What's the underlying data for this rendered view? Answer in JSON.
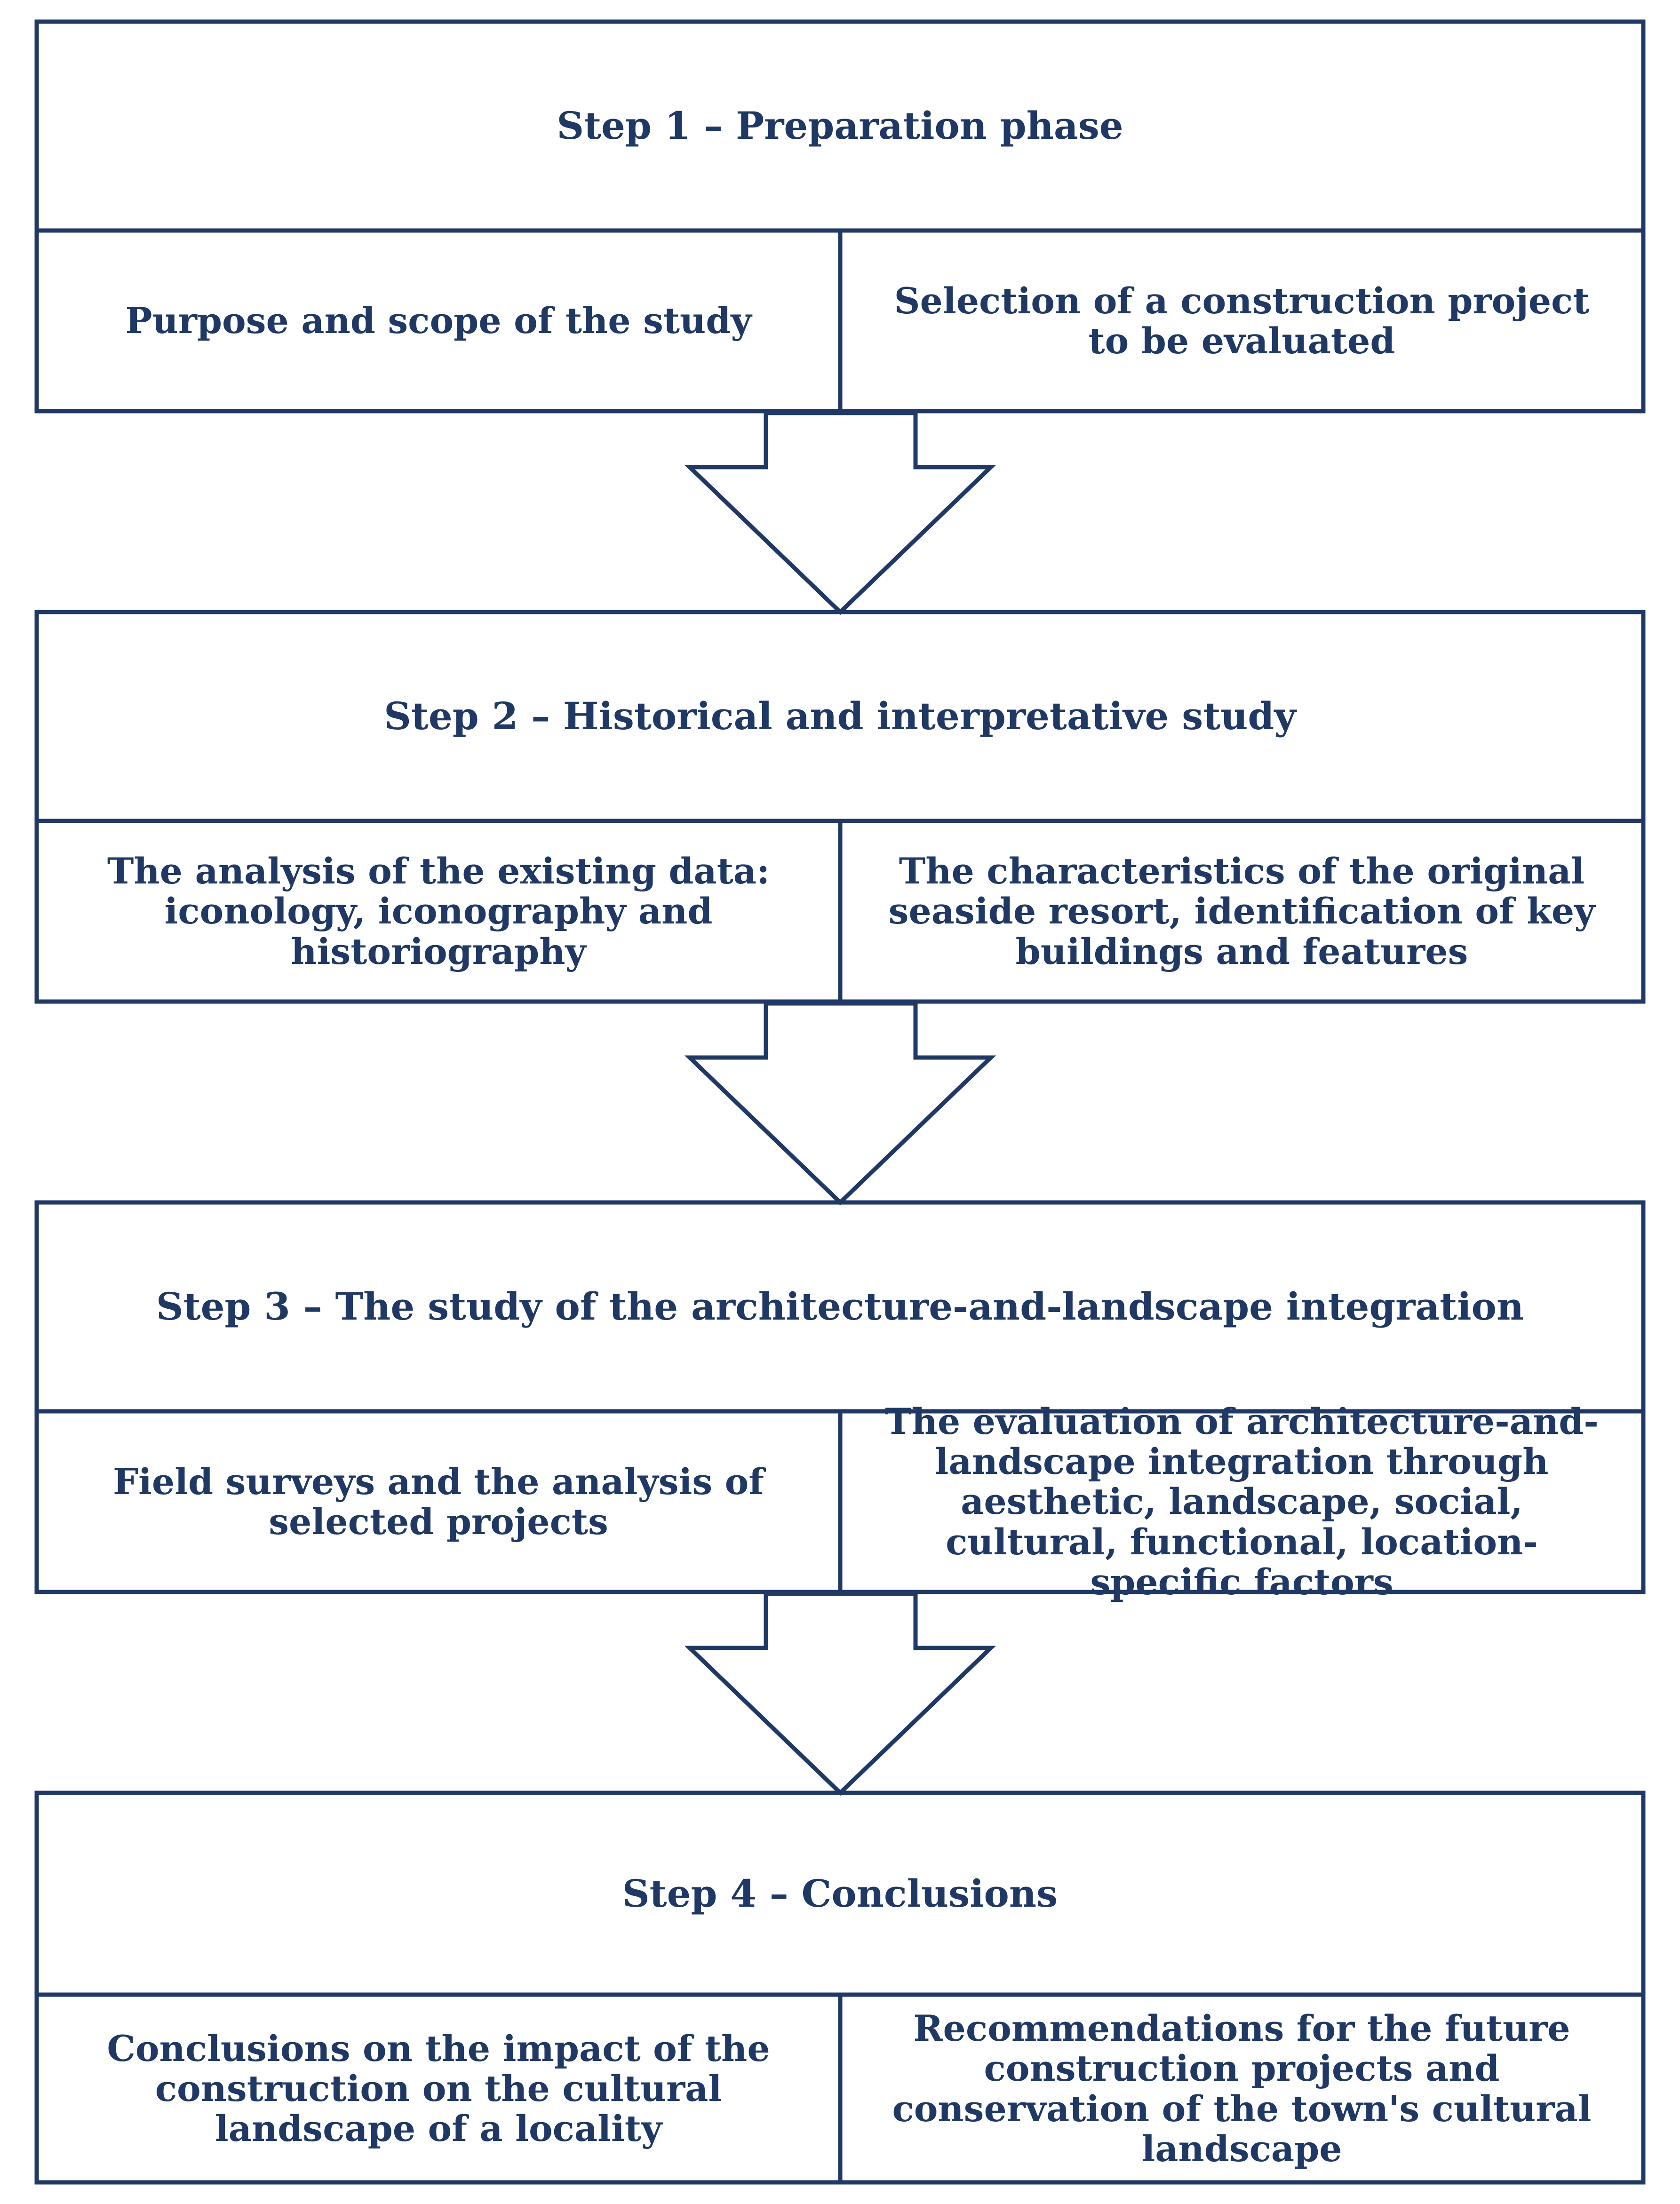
{
  "colors": {
    "line": "#1f3864",
    "text": "#1f3864",
    "background": "#ffffff"
  },
  "steps": [
    {
      "title": "Step 1 – Preparation phase",
      "left": "Purpose and scope of the study",
      "right": "Selection of a construction project to be evaluated"
    },
    {
      "title": "Step 2 – Historical and interpretative study",
      "left": "The analysis of the existing data: iconology, iconography and historiography",
      "right": "The characteristics of the original seaside resort, identification of key buildings and features"
    },
    {
      "title": "Step 3 – The study of the architecture-and-landscape integration",
      "left": "Field surveys and the analysis of selected projects",
      "right": "The evaluation of architecture-and-landscape integration through aesthetic, landscape, social, cultural, functional, location-specific factors"
    },
    {
      "title": "Step 4 – Conclusions",
      "left": "Conclusions on the impact of the construction on the cultural landscape of a locality",
      "right": "Recommendations for the future construction projects and conservation of the town's cultural landscape"
    }
  ]
}
